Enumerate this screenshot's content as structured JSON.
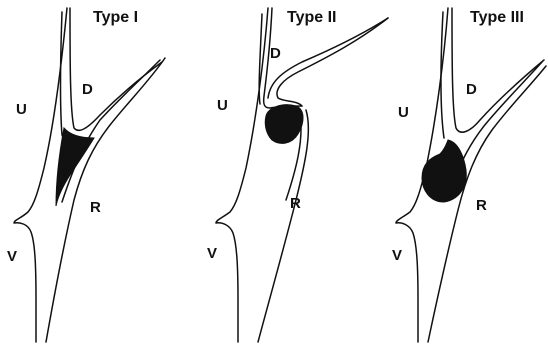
{
  "panels": [
    {
      "title": "Type I",
      "labels": {
        "u": "U",
        "d": "D",
        "r": "R",
        "v": "V"
      }
    },
    {
      "title": "Type II",
      "labels": {
        "u": "U",
        "d": "D",
        "r": "R",
        "v": "V"
      }
    },
    {
      "title": "Type III",
      "labels": {
        "u": "U",
        "d": "D",
        "r": "R",
        "v": "V"
      }
    }
  ],
  "colors": {
    "ink": "#111111",
    "background": "#ffffff"
  }
}
